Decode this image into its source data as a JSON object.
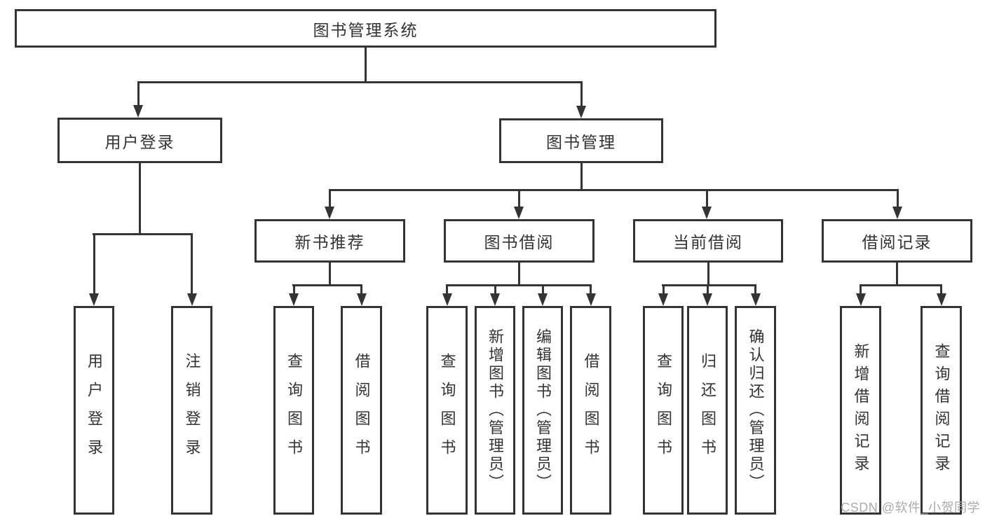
{
  "colors": {
    "line": "#343434",
    "text": "#333333",
    "watermark": "#ababab",
    "bg": "#ffffff"
  },
  "nodes": {
    "root": "图书管理系统",
    "user_login": "用户登录",
    "book_mgmt": "图书管理",
    "new_rec": "新书推荐",
    "book_borrow": "图书借阅",
    "current_borrow": "当前借阅",
    "borrow_record": "借阅记录",
    "login_user": "用户登录",
    "login_logout": "注销登录",
    "rec_query": "查询图书",
    "rec_borrow": "借阅图书",
    "bb_query": "查询图书",
    "bb_add": "新增图书（管理员）",
    "bb_edit": "编辑图书（管理员）",
    "bb_borrow": "借阅图书",
    "cb_query": "查询图书",
    "cb_return": "归还图书",
    "cb_confirm": "确认归还（管理员）",
    "br_add": "新增借阅记录",
    "br_query": "查询借阅记录"
  },
  "hierarchy": {
    "图书管理系统": {
      "用户登录": [
        "用户登录",
        "注销登录"
      ],
      "图书管理": {
        "新书推荐": [
          "查询图书",
          "借阅图书"
        ],
        "图书借阅": [
          "查询图书",
          "新增图书（管理员）",
          "编辑图书（管理员）",
          "借阅图书"
        ],
        "当前借阅": [
          "查询图书",
          "归还图书",
          "确认归还（管理员）"
        ],
        "借阅记录": [
          "新增借阅记录",
          "查询借阅记录"
        ]
      }
    }
  },
  "watermark": "CSDN @软件_小贺同学"
}
